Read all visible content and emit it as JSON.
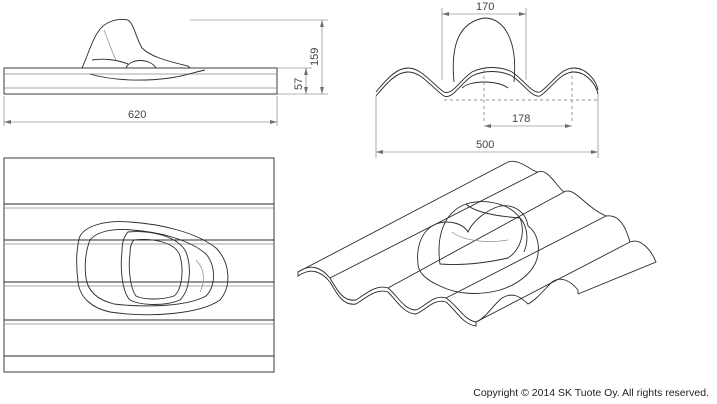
{
  "dimensions": {
    "side_length": "620",
    "base_height": "57",
    "total_height": "159",
    "outlet_width": "170",
    "profile_pitch": "178",
    "profile_width": "500"
  },
  "copyright": "Copyright © 2014 SK Tuote Oy. All rights reserved.",
  "colors": {
    "line": "#2a2a2a",
    "dimension": "#6f6f6f",
    "background": "#ffffff"
  }
}
